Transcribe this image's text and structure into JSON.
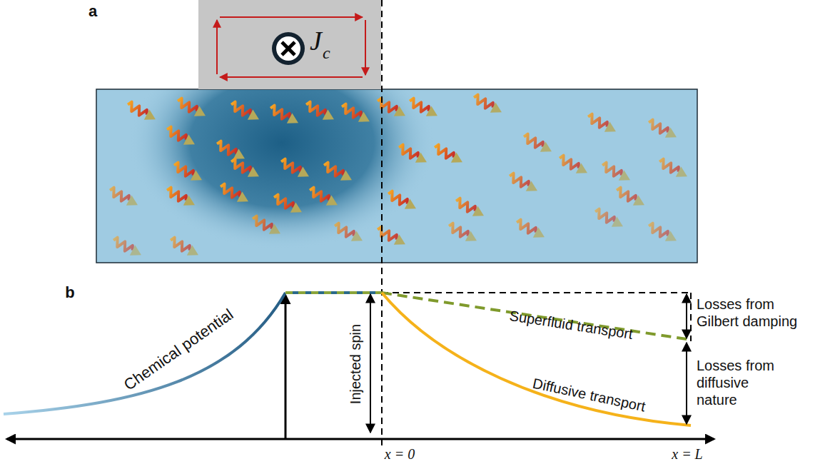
{
  "diagram": {
    "nodes": [
      {
        "text": [
          "J",
          "c"
        ]
      }
    ],
    "labels": [
      "a",
      "b",
      "Chemical potential",
      "Injected spin",
      "Superfluid transport",
      "Diffusive transport",
      "Losses from Gilbert damping",
      "Losses from diffusive nature",
      "x = 0",
      "x = L"
    ]
  }
}
